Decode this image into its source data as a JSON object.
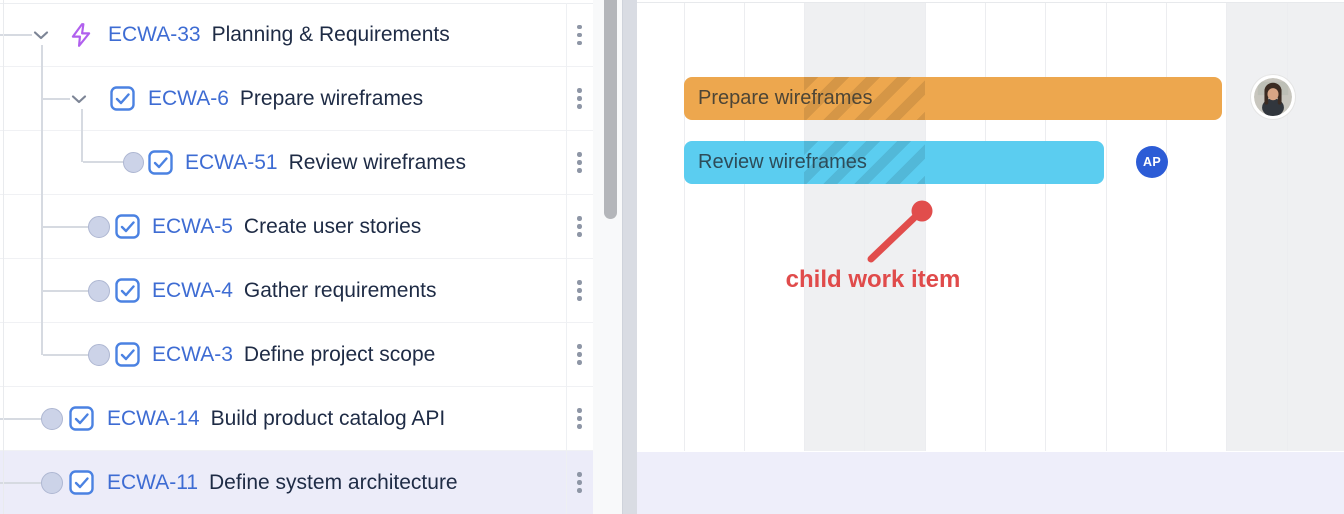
{
  "left_panel": {
    "rows": [
      {
        "key": "ECWA-33",
        "title": "Planning & Requirements",
        "type": "epic",
        "expanded": true,
        "selected": false
      },
      {
        "key": "ECWA-6",
        "title": "Prepare wireframes",
        "type": "task",
        "expanded": true,
        "selected": false
      },
      {
        "key": "ECWA-51",
        "title": "Review wireframes",
        "type": "task",
        "expanded": false,
        "selected": false
      },
      {
        "key": "ECWA-5",
        "title": "Create user stories",
        "type": "task",
        "expanded": false,
        "selected": false
      },
      {
        "key": "ECWA-4",
        "title": "Gather requirements",
        "type": "task",
        "expanded": false,
        "selected": false
      },
      {
        "key": "ECWA-3",
        "title": "Define project scope",
        "type": "task",
        "expanded": false,
        "selected": false
      },
      {
        "key": "ECWA-14",
        "title": "Build product catalog API",
        "type": "task",
        "expanded": false,
        "selected": false
      },
      {
        "key": "ECWA-11",
        "title": "Define system architecture",
        "type": "task",
        "expanded": false,
        "selected": true
      }
    ],
    "colors": {
      "key_link": "#3e6cd3",
      "title_text": "#1e2b45",
      "epic_icon": "#b160ee",
      "checkbox_blue": "#4b82e2",
      "selected_row_bg": "#ececf9"
    }
  },
  "timeline": {
    "bars": [
      {
        "label": "Prepare wireframes",
        "color": "#eda74e",
        "assignee": "photo-avatar"
      },
      {
        "label": "Review wireframes",
        "color": "#5bcdf0",
        "assignee": "AP"
      }
    ],
    "avatar_badge": {
      "initials": "AP",
      "bg": "#2c5cd6"
    },
    "annotation": {
      "text": "child work item",
      "color": "#e04b4b"
    },
    "weekend_bg": "#eff0f2",
    "selected_row_strip_bg": "#eeeefa"
  }
}
